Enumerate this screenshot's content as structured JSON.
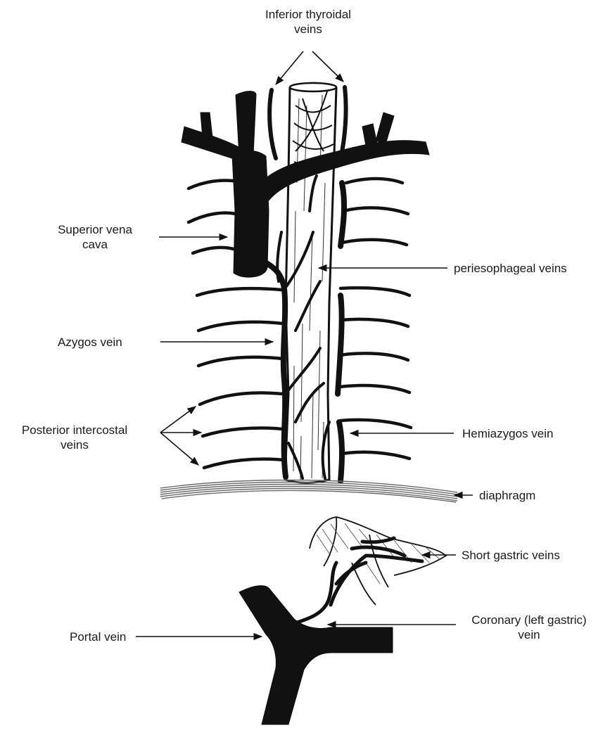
{
  "labels": {
    "inferior_thyroidal": [
      "Inferior thyroidal",
      "veins"
    ],
    "superior_vena_cava": [
      "Superior vena",
      "cava"
    ],
    "periesophageal": "periesophageal veins",
    "azygos": "Azygos vein",
    "posterior_intercostal": [
      "Posterior intercostal",
      "veins"
    ],
    "hemiazygos": "Hemiazygos vein",
    "diaphragm": "diaphragm",
    "short_gastric": "Short gastric veins",
    "coronary": [
      "Coronary (left gastric)",
      "vein"
    ],
    "portal": "Portal vein"
  },
  "colors": {
    "ink": "#111111",
    "paper": "#ffffff",
    "esophagus_fill": "#ffffff",
    "diaphragm_gray": "#7a7a7a"
  }
}
